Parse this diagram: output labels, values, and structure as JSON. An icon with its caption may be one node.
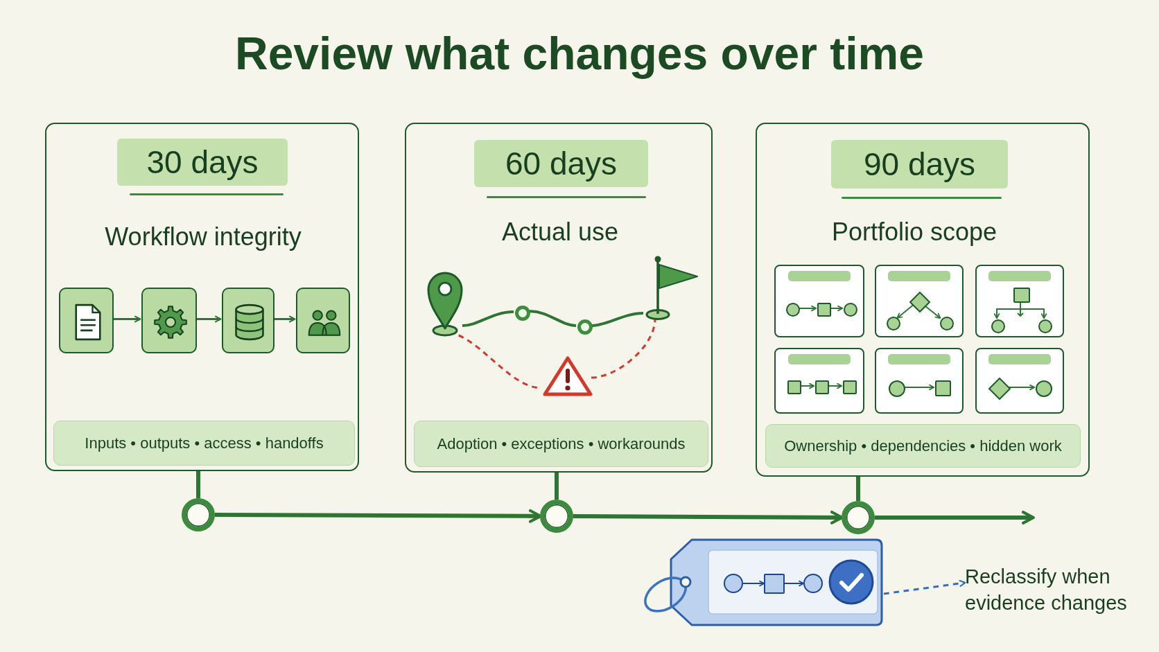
{
  "diagram": {
    "title": "Review what changes over time",
    "nodes": [
      {
        "text": [
          "Workflow integrity"
        ]
      },
      {
        "text": [
          "30 days"
        ],
        "in": 0
      },
      {
        "text": [],
        "shape": "box",
        "in": 0
      },
      {
        "text": [],
        "shape": "box",
        "in": 0
      },
      {
        "text": [],
        "shape": "box",
        "in": 0
      },
      {
        "text": [],
        "shape": "box",
        "in": 0
      },
      {
        "text": [
          "Inputs • outputs • access • handoffs"
        ],
        "in": 0
      },
      {
        "text": [
          "Actual use"
        ]
      },
      {
        "text": [
          "60 days"
        ],
        "in": 7
      },
      {
        "text": [],
        "shape": "pin",
        "in": 7
      },
      {
        "text": [],
        "shape": "circle",
        "in": 7
      },
      {
        "text": [],
        "shape": "circle",
        "in": 7
      },
      {
        "text": [],
        "shape": "flag",
        "in": 7
      },
      {
        "text": [],
        "shape": "triangle",
        "in": 7
      },
      {
        "text": [
          "Adoption • exceptions • workarounds"
        ],
        "in": 7
      },
      {
        "text": [
          "Portfolio scope"
        ]
      },
      {
        "text": [
          "90 days"
        ],
        "in": 15
      },
      {
        "text": [],
        "shape": "box",
        "in": 15
      },
      {
        "text": [],
        "shape": "circle",
        "in": 17
      },
      {
        "text": [],
        "shape": "box",
        "in": 17
      },
      {
        "text": [],
        "shape": "circle",
        "in": 17
      },
      {
        "text": [],
        "shape": "box",
        "in": 15
      },
      {
        "text": [],
        "shape": "diamond",
        "in": 21
      },
      {
        "text": [],
        "shape": "circle",
        "in": 21
      },
      {
        "text": [],
        "shape": "circle",
        "in": 21
      },
      {
        "text": [],
        "shape": "box",
        "in": 15
      },
      {
        "text": [],
        "shape": "box",
        "in": 25
      },
      {
        "text": [],
        "shape": "circle",
        "in": 25
      },
      {
        "text": [],
        "shape": "circle",
        "in": 25
      },
      {
        "text": [],
        "shape": "box",
        "in": 15
      },
      {
        "text": [],
        "shape": "box",
        "in": 29
      },
      {
        "text": [],
        "shape": "box",
        "in": 29
      },
      {
        "text": [],
        "shape": "box",
        "in": 29
      },
      {
        "text": [],
        "shape": "box",
        "in": 15
      },
      {
        "text": [],
        "shape": "circle",
        "in": 33
      },
      {
        "text": [],
        "shape": "box",
        "in": 33
      },
      {
        "text": [],
        "shape": "box",
        "in": 15
      },
      {
        "text": [],
        "shape": "diamond",
        "in": 36
      },
      {
        "text": [],
        "shape": "circle",
        "in": 36
      },
      {
        "text": [
          "Ownership • dependencies • hidden work"
        ],
        "in": 15
      },
      {
        "text": [],
        "shape": "circle"
      },
      {
        "text": [],
        "shape": "circle"
      },
      {
        "text": [],
        "shape": "circle"
      },
      {
        "text": [],
        "shape": "tag"
      },
      {
        "text": [],
        "shape": "circle",
        "in": 43
      },
      {
        "text": [],
        "shape": "box",
        "in": 43
      },
      {
        "text": [],
        "shape": "circle",
        "in": 43
      },
      {
        "text": [
          "Reclassify when evidence changes"
        ]
      }
    ],
    "edges": [
      {
        "from": 2,
        "to": 3,
        "arrow": "to"
      },
      {
        "from": 3,
        "to": 4,
        "arrow": "to"
      },
      {
        "from": 4,
        "to": 5,
        "arrow": "to"
      },
      {
        "from": 9,
        "to": 10,
        "arrow": "none"
      },
      {
        "from": 10,
        "to": 11,
        "arrow": "none"
      },
      {
        "from": 11,
        "to": 12,
        "arrow": "none"
      },
      {
        "from": 9,
        "to": 13,
        "arrow": "none",
        "style": "dashed",
        "color": "#d3392b"
      },
      {
        "from": 13,
        "to": 12,
        "arrow": "none",
        "style": "dashed",
        "color": "#d3392b"
      },
      {
        "from": 18,
        "to": 19,
        "arrow": "to"
      },
      {
        "from": 19,
        "to": 20,
        "arrow": "to"
      },
      {
        "from": 22,
        "to": 23,
        "arrow": "to"
      },
      {
        "from": 22,
        "to": 24,
        "arrow": "to"
      },
      {
        "from": 26,
        "to": 27,
        "arrow": "to"
      },
      {
        "from": 26,
        "to": 28,
        "arrow": "to"
      },
      {
        "from": 30,
        "to": 31,
        "arrow": "to"
      },
      {
        "from": 31,
        "to": 32,
        "arrow": "to"
      },
      {
        "from": 34,
        "to": 35,
        "arrow": "to"
      },
      {
        "from": 37,
        "to": 38,
        "arrow": "to"
      },
      {
        "from": 0,
        "to": 40,
        "arrow": "none",
        "style": "thick"
      },
      {
        "from": 7,
        "to": 41,
        "arrow": "none",
        "style": "thick"
      },
      {
        "from": 15,
        "to": 42,
        "arrow": "none",
        "style": "thick"
      },
      {
        "from": 40,
        "to": 41,
        "arrow": "to",
        "style": "thick"
      },
      {
        "from": 41,
        "to": 42,
        "arrow": "to",
        "style": "thick"
      },
      {
        "from": 42,
        "to": null,
        "arrow": "to",
        "style": "thick"
      },
      {
        "from": 44,
        "to": 45,
        "arrow": "to",
        "color": "#1f4690"
      },
      {
        "from": 45,
        "to": 46,
        "arrow": "to",
        "color": "#1f4690"
      },
      {
        "from": 43,
        "to": 47,
        "arrow": "to",
        "style": "dashed",
        "color": "#2f6fc8"
      }
    ]
  }
}
